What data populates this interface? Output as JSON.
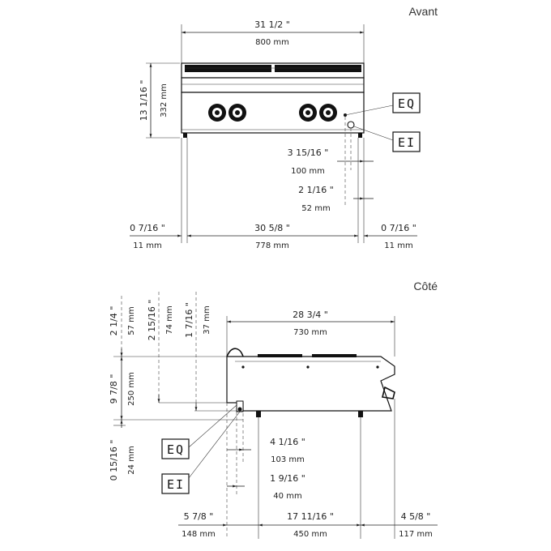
{
  "views": {
    "front_title": "Avant",
    "side_title": "Côté"
  },
  "front": {
    "width_in": "31 1/2 \"",
    "width_mm": "800 mm",
    "height_in": "13 1/16 \"",
    "height_mm": "332 mm",
    "eq_offset_in": "3 15/16 \"",
    "eq_offset_mm": "100 mm",
    "ei_offset_in": "2 1/16 \"",
    "ei_offset_mm": "52 mm",
    "left_in": "0 7/16 \"",
    "left_mm": "11 mm",
    "mid_in": "30 5/8 \"",
    "mid_mm": "778 mm",
    "right_in": "0 7/16 \"",
    "right_mm": "11 mm",
    "tag_eq": "EQ",
    "tag_ei": "EI"
  },
  "side": {
    "depth_in": "28 3/4 \"",
    "depth_mm": "730 mm",
    "v1_in": "2 1/4 \"",
    "v1_mm": "57 mm",
    "v2_in": "2 15/16 \"",
    "v2_mm": "74 mm",
    "v3_in": "1 7/16 \"",
    "v3_mm": "37 mm",
    "h_in": "9 7/8 \"",
    "h_mm": "250 mm",
    "foot_in": "0 15/16 \"",
    "foot_mm": "24 mm",
    "eq_in": "4 1/16 \"",
    "eq_mm": "103 mm",
    "ei_in": "1 9/16 \"",
    "ei_mm": "40 mm",
    "b1_in": "5 7/8 \"",
    "b1_mm": "148 mm",
    "b2_in": "17 11/16 \"",
    "b2_mm": "450 mm",
    "b3_in": "4 5/8 \"",
    "b3_mm": "117 mm",
    "tag_eq": "EQ",
    "tag_ei": "EI"
  }
}
